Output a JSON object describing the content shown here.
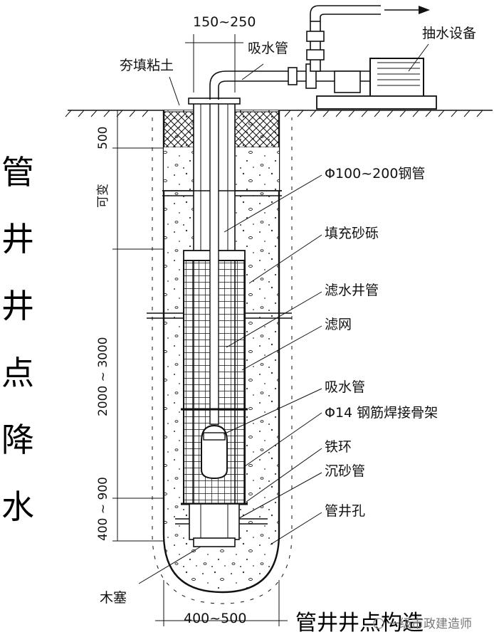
{
  "side_title": [
    "管",
    "井",
    "井",
    "点",
    "降",
    "水"
  ],
  "caption": "管井井点构造",
  "watermark": "一级市政建造师",
  "dims": {
    "top_width": "150~250",
    "bottom_width": "400~500",
    "d_500": "500",
    "d_variable": "可变",
    "d_2000_3000": "2000 ~ 3000",
    "d_400_900": "400 ~ 900"
  },
  "labels": {
    "tamped_clay": "夯填粘土",
    "suction_pipe_top": "吸水管",
    "pump": "抽水设备",
    "steel_pipe": "Φ100~200钢管",
    "gravel_fill": "填充砂砾",
    "filter_pipe": "滤水井管",
    "filter_mesh": "滤网",
    "suction_pipe": "吸水管",
    "rebar_frame": "Φ14  钢筋焊接骨架",
    "iron_ring": "铁环",
    "sand_pipe": "沉砂管",
    "well_hole": "管井孔",
    "wood_plug": "木塞"
  },
  "colors": {
    "ink": "#111111",
    "background": "#ffffff",
    "watermark": "#777777"
  }
}
